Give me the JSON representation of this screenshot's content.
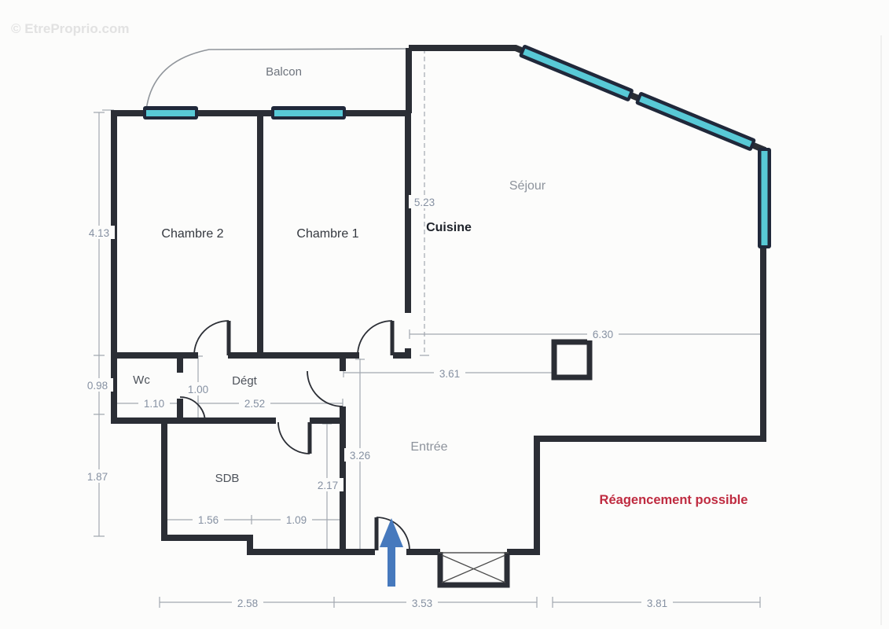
{
  "watermark": "© EtreProprio.com",
  "note": {
    "text": "Réagencement possible",
    "color": "#bf2b40"
  },
  "rooms": {
    "balcon": "Balcon",
    "chambre2": "Chambre 2",
    "chambre1": "Chambre 1",
    "cuisine": "Cuisine",
    "sejour": "Séjour",
    "wc": "Wc",
    "degt": "Dégt",
    "sdb": "SDB",
    "entree": "Entrée"
  },
  "dimensions_m": {
    "chambres_height": "4.13",
    "wc_height": "0.98",
    "sdb_left_height": "1.87",
    "wc_width": "1.10",
    "degt_nook_height": "1.00",
    "degt_width": "2.52",
    "cuisine_height": "5.23",
    "entree_width": "3.61",
    "sejour_width": "6.30",
    "entree_height": "3.26",
    "sdb_right_height": "2.17",
    "sdb_width_left": "1.56",
    "sdb_width_right": "1.09",
    "bottom_left": "2.58",
    "bottom_middle": "3.53",
    "bottom_right": "3.81"
  },
  "symbols": {
    "windows": "teal glazing strips",
    "elevator_shaft": "crossed box at entrance",
    "column": "square structural post",
    "entrance_arrow": "blue arrow marking the front door"
  },
  "colors": {
    "wall": "#2b2e35",
    "window_glass": "#58c9d6",
    "window_frame": "#20283a",
    "dimension": "#8691a2",
    "arrow": "#4679bd",
    "annotation": "#bf2b40"
  }
}
